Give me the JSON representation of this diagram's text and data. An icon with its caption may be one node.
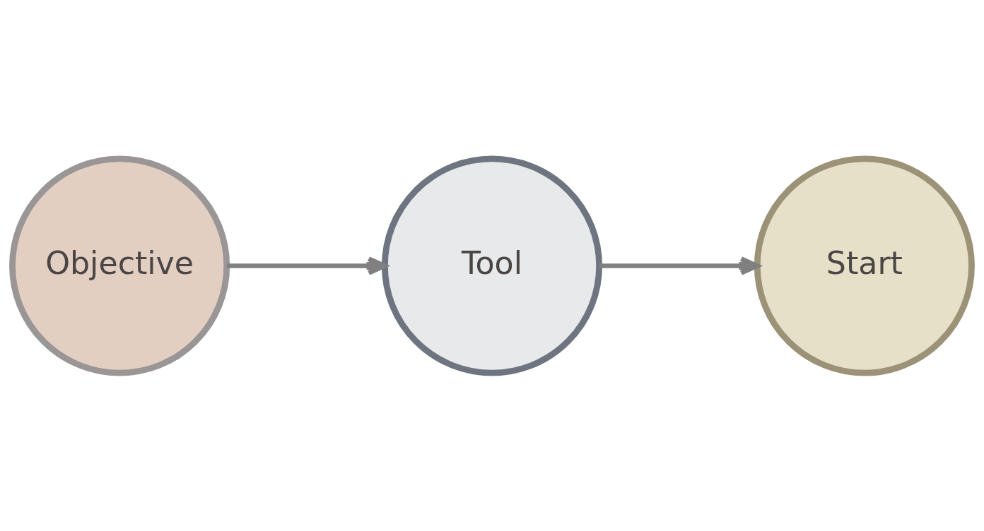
{
  "diagram": {
    "nodes": [
      {
        "text": [
          "Objective"
        ]
      },
      {
        "text": [
          "Tool"
        ]
      },
      {
        "text": [
          "Start"
        ]
      }
    ],
    "edges": [
      {
        "from": 0,
        "to": 1,
        "arrow": "to"
      },
      {
        "from": 1,
        "to": 2,
        "arrow": "to"
      }
    ]
  }
}
